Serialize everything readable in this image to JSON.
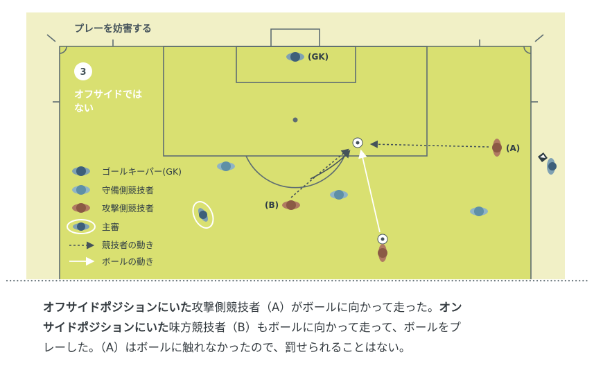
{
  "header": {
    "title": "プレーを妨害する"
  },
  "scenario": {
    "number": "3",
    "title_line1": "オフサイドでは",
    "title_line2": "ない"
  },
  "labels": {
    "goalkeeper": "(GK)",
    "player_a": "(A)",
    "player_b": "(B)"
  },
  "legend": [
    {
      "icon": "goalkeeper-figure-icon",
      "label": "ゴールキーパー(GK)"
    },
    {
      "icon": "defender-figure-icon",
      "label": "守備側競技者"
    },
    {
      "icon": "attacker-figure-icon",
      "label": "攻撃側競技者"
    },
    {
      "icon": "referee-figure-icon",
      "label": "主審"
    },
    {
      "icon": "dashed-arrow-icon",
      "label": "競技者の動き"
    },
    {
      "icon": "solid-arrow-icon",
      "label": "ボールの動き"
    }
  ],
  "caption": {
    "line1": [
      {
        "text": "オフサイドポジションにいた",
        "bold": true
      },
      {
        "text": "攻撃側競技者（A）がボールに向かって走った。",
        "bold": false
      },
      {
        "text": "オン",
        "bold": true
      }
    ],
    "line2": [
      {
        "text": "サイドポジションにいた",
        "bold": true
      },
      {
        "text": "味方競技者（B）もボールに向かって走って、ボールをプ",
        "bold": false
      }
    ],
    "line3": [
      {
        "text": "レーした。（A）はボールに触れなかったので、罰せられることはない。",
        "bold": false
      }
    ]
  },
  "colors": {
    "pitch_outer": "#f1f0c6",
    "pitch": "#d9e071",
    "lines": "#5d6c72",
    "goalkeeper": "#3e5f7a",
    "defender": "#5f8fa6",
    "attacker": "#8b5a45",
    "white": "#ffffff"
  }
}
